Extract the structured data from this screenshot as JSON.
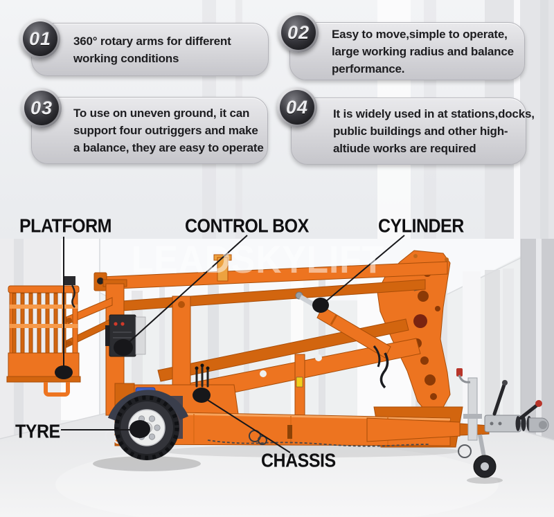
{
  "watermark": "LEADSKYLIFT",
  "colors": {
    "machine_orange": "#ed7420",
    "machine_orange_dark": "#d2650f",
    "machine_orange_light": "#f79a4a",
    "outline": "#a84d08",
    "label_text": "#101012",
    "callout_text": "#1d1d20",
    "callout_pill_top": "#e9e9ec",
    "callout_pill_bottom": "#c6c6cb",
    "badge_dark": "#1b1b1e",
    "tire": "#202125",
    "rim": "#eceded",
    "metal": "#c3c6ca",
    "leader": "#17171a"
  },
  "features": [
    {
      "number": "01",
      "lines": [
        "360° rotary arms for different",
        "working conditions"
      ]
    },
    {
      "number": "02",
      "lines": [
        "Easy to move,simple to operate,",
        "large working radius and balance",
        "performance."
      ]
    },
    {
      "number": "03",
      "lines": [
        "To use on uneven ground, it can",
        "support four outriggers and make",
        "a balance, they are easy to operate"
      ]
    },
    {
      "number": "04",
      "lines": [
        "It is widely used in at stations,docks,",
        "public buildings and other high-",
        "altiude works are required"
      ]
    }
  ],
  "part_labels": {
    "platform": "PLATFORM",
    "control_box": "CONTROL BOX",
    "cylinder": "CYLINDER",
    "tyre": "TYRE",
    "chassis": "CHASSIS"
  }
}
